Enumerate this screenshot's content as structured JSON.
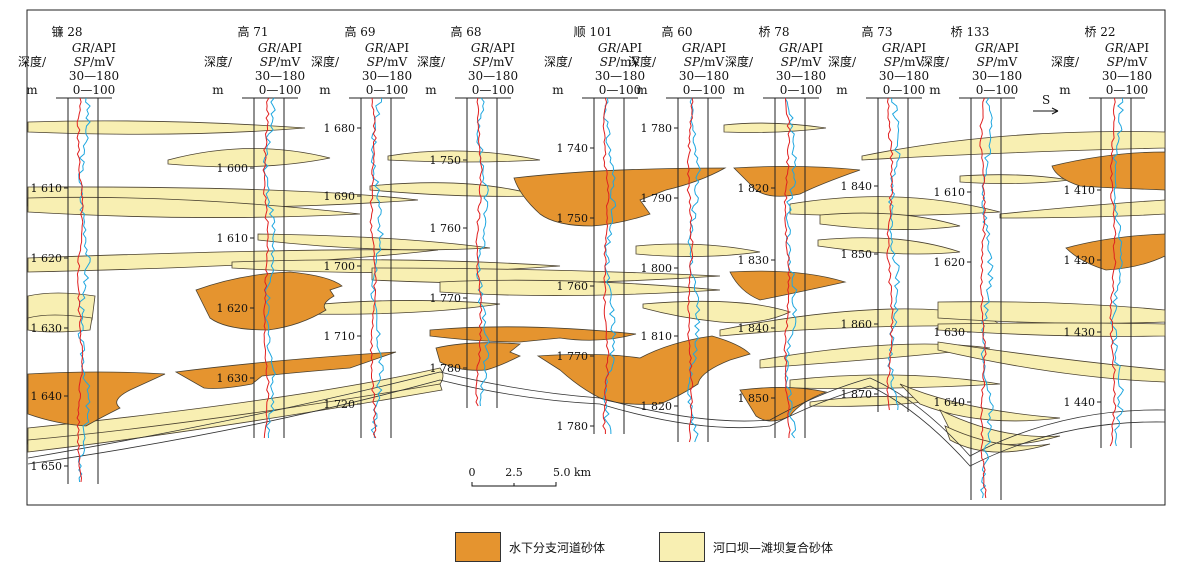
{
  "colors": {
    "channel_fill": "#E5942F",
    "bar_fill": "#F8EFB2",
    "sand_stroke": "#4a4130",
    "gr_curve": "#e02020",
    "sp_curve": "#1ea7e0"
  },
  "header": {
    "depth_label_1": "深度/",
    "depth_label_2": "m",
    "gr_label_italic": "GR",
    "gr_label_unit": "/API",
    "gr_range": "30—180",
    "sp_label_italic": "SP",
    "sp_label_unit": "/mV",
    "sp_range": "0—100"
  },
  "wells": [
    {
      "name": "镰 28",
      "depths": [
        "1 610",
        "1 620",
        "1 630",
        "1 640",
        "1 650"
      ]
    },
    {
      "name": "高 71",
      "depths": [
        "1 600",
        "1 610",
        "1 620",
        "1 630"
      ]
    },
    {
      "name": "高 69",
      "depths": [
        "1 680",
        "1 690",
        "1 700",
        "1 710",
        "1 720"
      ]
    },
    {
      "name": "高 68",
      "depths": [
        "1 750",
        "1 760",
        "1 770",
        "1 780"
      ]
    },
    {
      "name": "顺 101",
      "depths": [
        "1 740",
        "1 750",
        "1 760",
        "1 770",
        "1 780"
      ]
    },
    {
      "name": "高 60",
      "depths": [
        "1 780",
        "1 790",
        "1 800",
        "1 810",
        "1 820"
      ]
    },
    {
      "name": "桥 78",
      "depths": [
        "1 820",
        "1 830",
        "1 840",
        "1 850"
      ]
    },
    {
      "name": "高 73",
      "depths": [
        "1 840",
        "1 850",
        "1 860",
        "1 870"
      ]
    },
    {
      "name": "桥 133",
      "depths": [
        "1 610",
        "1 620",
        "1 630",
        "1 640"
      ]
    },
    {
      "name": "桥 22",
      "depths": [
        "1 410",
        "1 420",
        "1 430",
        "1 440"
      ]
    }
  ],
  "direction_label": "S",
  "scale_bar": {
    "ticks": [
      "0",
      "2.5",
      "5.0 km"
    ]
  },
  "legend": {
    "channel_label": "水下分支河道砂体",
    "bar_label": "河口坝—滩坝复合砂体"
  }
}
